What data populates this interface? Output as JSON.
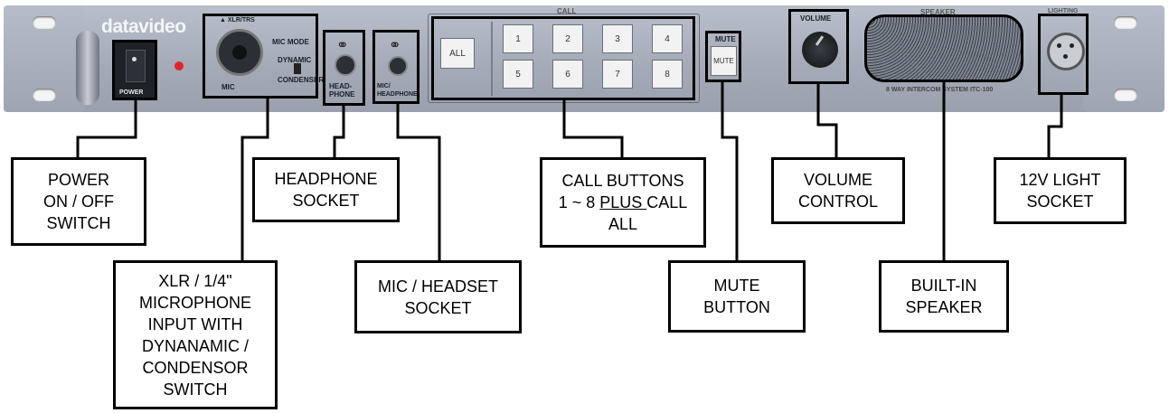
{
  "device": {
    "brand": "datavideo",
    "panel_text": {
      "power": "POWER",
      "mic_mode": "MIC MODE",
      "dynamic": "DYNAMIC",
      "condenser": "CONDENSER",
      "mic": "MIC",
      "headphone": "HEAD-\nPHONE",
      "mic_headphone": "MIC/\nHEADPHONE",
      "call": "CALL",
      "all": "ALL",
      "mute": "MUTE",
      "volume": "VOLUME",
      "speaker": "SPEAKER",
      "lighting": "LIGHTING",
      "model_strip": "8 WAY INTERCOM SYSTEM    ITC-100"
    },
    "call_buttons": [
      "1",
      "2",
      "3",
      "4",
      "5",
      "6",
      "7",
      "8"
    ]
  },
  "callouts": {
    "power": "POWER\nON / OFF\nSWITCH",
    "xlr": "XLR / 1/4\"\nMICROPHONE\nINPUT WITH\nDYNANAMIC /\nCONDENSOR\nSWITCH",
    "headphone": "HEADPHONE\nSOCKET",
    "mic_headset": "MIC / HEADSET\nSOCKET",
    "call_line1": "CALL BUTTONS",
    "call_line2a": "1 ~ 8 ",
    "call_line2b": "PLUS ",
    "call_line2c": "CALL",
    "call_line3": "ALL",
    "mute": "MUTE\nBUTTON",
    "volume": "VOLUME\nCONTROL",
    "speaker": "BUILT-IN\nSPEAKER",
    "light": "12V LIGHT\nSOCKET"
  }
}
